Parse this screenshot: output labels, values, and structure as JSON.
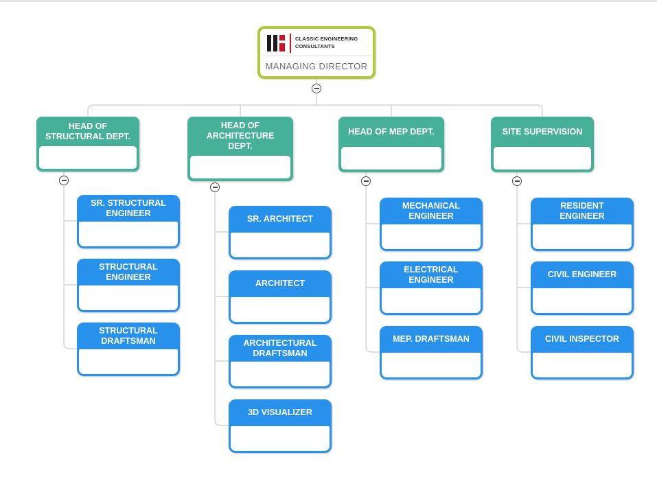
{
  "org_chart": {
    "root": {
      "logo": {
        "line1": "CLASSIC ENGINEERING",
        "line2": "CONSULTANTS"
      },
      "title": "MANAGING DIRECTOR"
    },
    "departments": [
      {
        "title": "HEAD OF\nSTRUCTURAL DEPT.",
        "children": [
          {
            "label": "SR. STRUCTURAL\nENGINEER"
          },
          {
            "label": "STRUCTURAL\nENGINEER"
          },
          {
            "label": "STRUCTURAL\nDRAFTSMAN"
          }
        ]
      },
      {
        "title": "HEAD OF\nARCHITECTURE\nDEPT.",
        "children": [
          {
            "label": "SR. ARCHITECT"
          },
          {
            "label": "ARCHITECT"
          },
          {
            "label": "ARCHITECTURAL\nDRAFTSMAN"
          },
          {
            "label": "3D VISUALIZER"
          }
        ]
      },
      {
        "title": "HEAD OF MEP DEPT.",
        "children": [
          {
            "label": "MECHANICAL\nENGINEER"
          },
          {
            "label": "ELECTRICAL\nENGINEER"
          },
          {
            "label": "MEP. DRAFTSMAN"
          }
        ]
      },
      {
        "title": "SITE SUPERVISION",
        "children": [
          {
            "label": "RESIDENT\nENGINEER"
          },
          {
            "label": "CIVIL ENGINEER"
          },
          {
            "label": "CIVIL INSPECTOR"
          }
        ]
      }
    ],
    "icons": {
      "collapse": "minus-circle"
    },
    "colors": {
      "department_header": "#46B098",
      "role_header": "#2791EC",
      "root_border": "#AFCB37",
      "connector": "#CCCCCC",
      "logo_black": "#1B1B1B",
      "logo_red": "#CE1126",
      "root_title_text": "#6F6F6F"
    }
  }
}
